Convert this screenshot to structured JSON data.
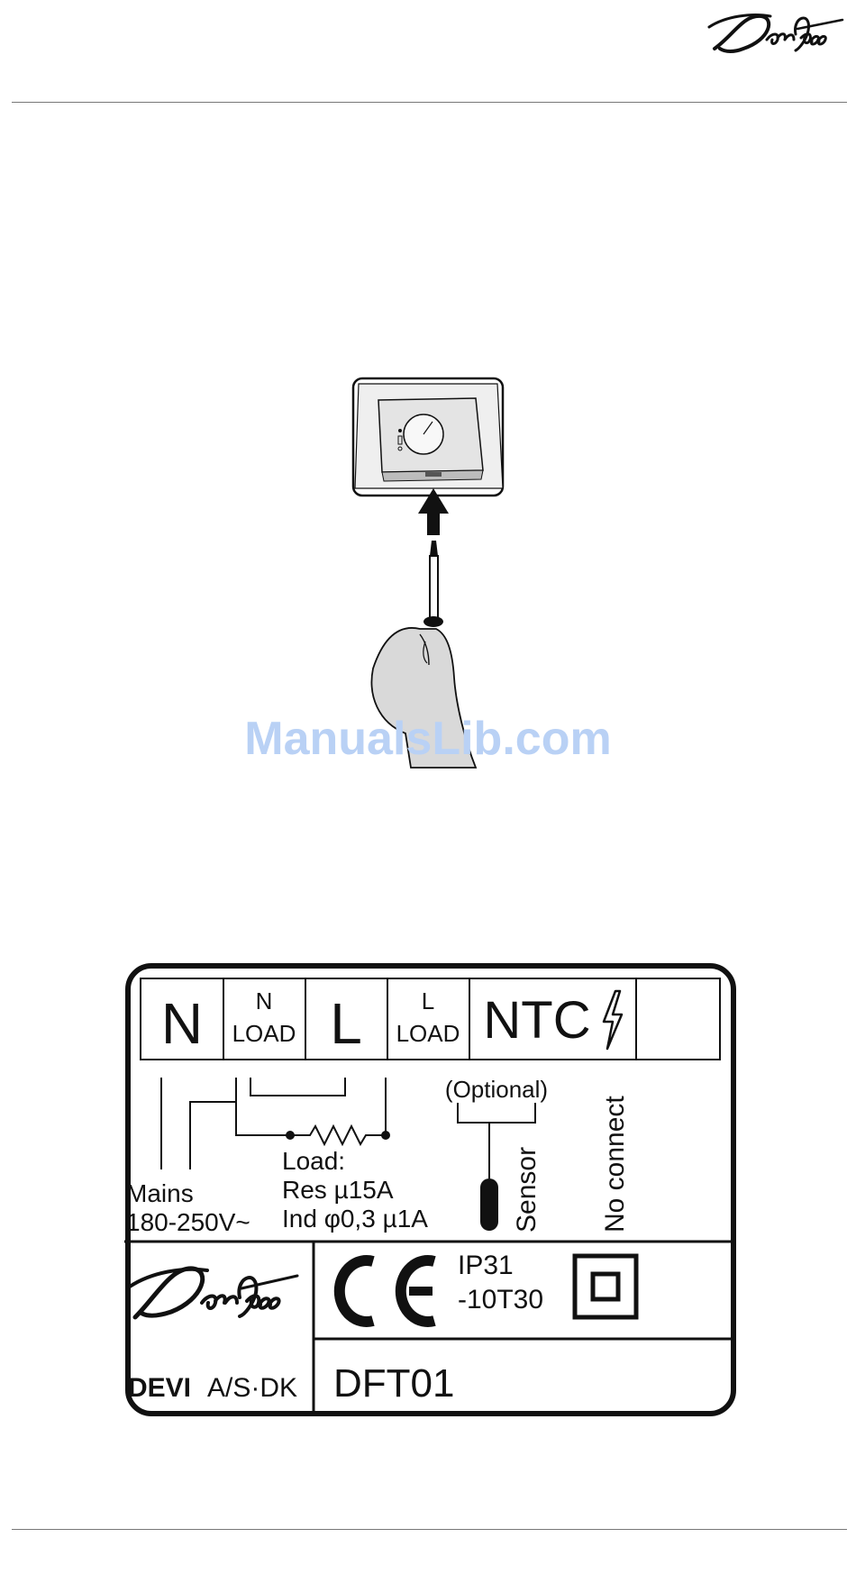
{
  "header": {
    "brand_logo_text": "Danfoss"
  },
  "watermark": {
    "text": "ManualsLib.com"
  },
  "label": {
    "terminals": [
      {
        "top": "N",
        "bottom": ""
      },
      {
        "top": "N",
        "bottom": "LOAD"
      },
      {
        "top": "L",
        "bottom": ""
      },
      {
        "top": "L",
        "bottom": "LOAD"
      },
      {
        "top": "NTC",
        "bottom": ""
      },
      {
        "top": "",
        "bottom": ""
      }
    ],
    "optional": "(Optional)",
    "mains": "Mains",
    "voltage": "180-250V~",
    "load_title": "Load:",
    "load_res": "Res µ15A",
    "load_ind": "Ind φ0,3 µ1A",
    "sensor": "Sensor",
    "no_connect": "No connect",
    "ip_rating": "IP31",
    "temp_class": "-10T30",
    "brand_logo_text": "Danfoss",
    "manufacturer_bold": "DEVI",
    "manufacturer_rest": "A/S·DK",
    "model": "DFT01"
  }
}
